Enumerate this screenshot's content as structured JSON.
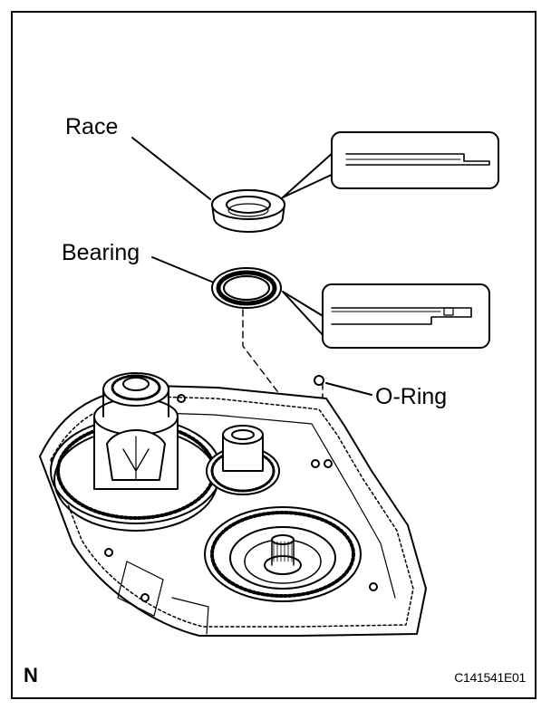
{
  "labels": {
    "race": "Race",
    "bearing": "Bearing",
    "oring": "O-Ring"
  },
  "footer": {
    "orientation_mark": "N",
    "figure_id": "C141541E01"
  }
}
